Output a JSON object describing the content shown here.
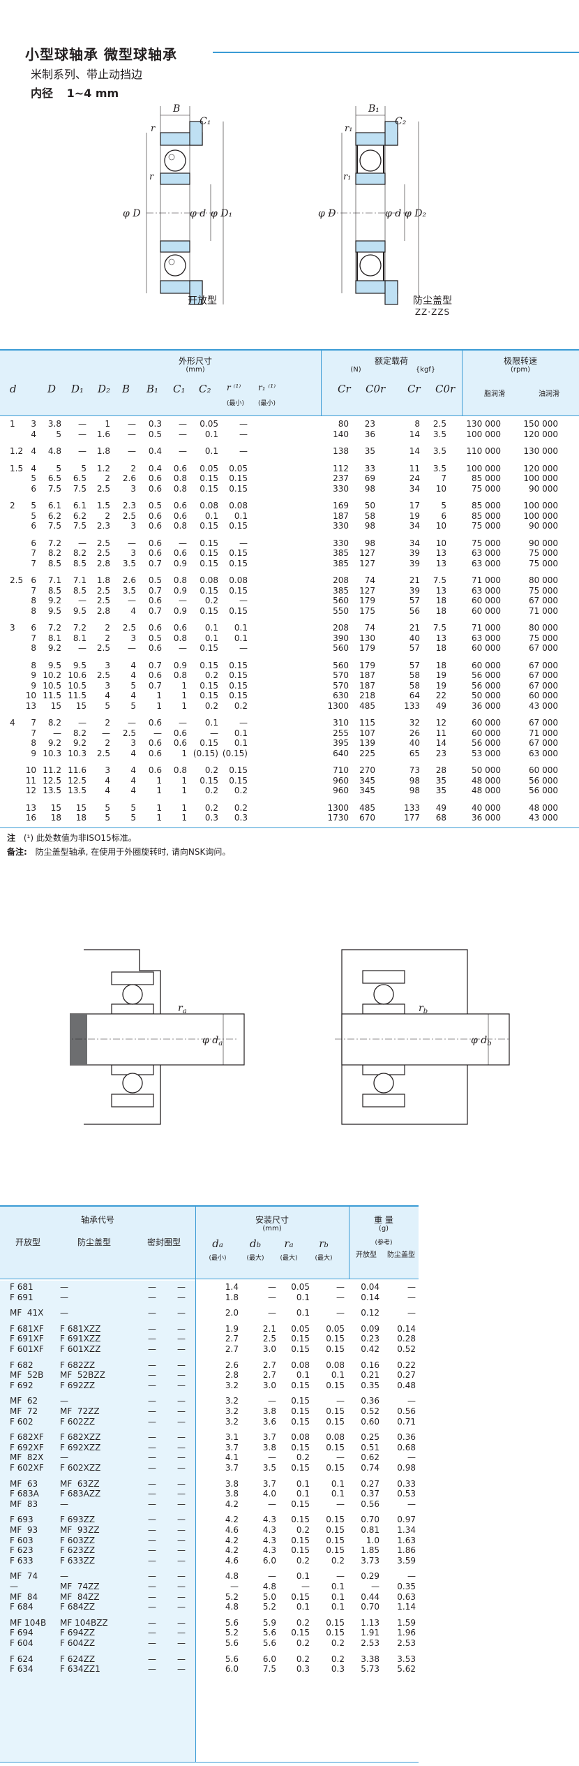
{
  "header": {
    "title": "小型球轴承  微型球轴承",
    "subtitle": "米制系列、带止动挡边",
    "bore_label": "内径",
    "bore_range": "1~4 mm"
  },
  "diagrams": {
    "open_label": "开放型",
    "shield_label": "防尘盖型",
    "shield_code": "ZZ·ZZS",
    "sym_B": "B",
    "sym_C1": "C₁",
    "sym_B1": "B₁",
    "sym_C2": "C₂",
    "sym_r": "r",
    "sym_r1": "r₁",
    "sym_D": "φ D",
    "sym_d": "φ d",
    "sym_D1": "φ D₁",
    "sym_D2": "φ D₂",
    "sym_ra": "r",
    "sym_ra_sub": "a",
    "sym_da": "φ d",
    "sym_da_sub": "a",
    "sym_rb": "r",
    "sym_rb_sub": "b",
    "sym_db": "φ d",
    "sym_db_sub": "b"
  },
  "table1": {
    "dims_title": "外形尺寸",
    "dims_unit": "(mm)",
    "load_title": "额定载荷",
    "load_unit_n": "(N)",
    "load_unit_kgf": "{kgf}",
    "speed_title": "极限转速",
    "speed_unit": "(rpm)",
    "grease": "脂润滑",
    "oil": "油润滑",
    "cols": [
      "d",
      "D",
      "D₁",
      "D₂",
      "B",
      "B₁",
      "C₁",
      "C₂",
      "r ⁽¹⁾",
      "r₁ ⁽¹⁾",
      "Cr",
      "C0r",
      "Cr",
      "C0r"
    ],
    "min_note": "(最小)",
    "groups": [
      {
        "d": "1",
        "rows": [
          [
            "3",
            "3.8",
            "—",
            "1",
            "—",
            "0.3",
            "—",
            "0.05",
            "—",
            "80",
            "23",
            "8",
            "2.5",
            "130 000",
            "150 000"
          ],
          [
            "4",
            "5",
            "—",
            "1.6",
            "—",
            "0.5",
            "—",
            "0.1",
            "—",
            "140",
            "36",
            "14",
            "3.5",
            "100 000",
            "120 000"
          ]
        ]
      },
      {
        "d": "1.2",
        "rows": [
          [
            "4",
            "4.8",
            "—",
            "1.8",
            "—",
            "0.4",
            "—",
            "0.1",
            "—",
            "138",
            "35",
            "14",
            "3.5",
            "110 000",
            "130 000"
          ]
        ]
      },
      {
        "d": "1.5",
        "rows": [
          [
            "4",
            "5",
            "5",
            "1.2",
            "2",
            "0.4",
            "0.6",
            "0.05",
            "0.05",
            "112",
            "33",
            "11",
            "3.5",
            "100 000",
            "120 000"
          ],
          [
            "5",
            "6.5",
            "6.5",
            "2",
            "2.6",
            "0.6",
            "0.8",
            "0.15",
            "0.15",
            "237",
            "69",
            "24",
            "7",
            "85 000",
            "100 000"
          ],
          [
            "6",
            "7.5",
            "7.5",
            "2.5",
            "3",
            "0.6",
            "0.8",
            "0.15",
            "0.15",
            "330",
            "98",
            "34",
            "10",
            "75 000",
            "90 000"
          ]
        ]
      },
      {
        "d": "2",
        "rows": [
          [
            "5",
            "6.1",
            "6.1",
            "1.5",
            "2.3",
            "0.5",
            "0.6",
            "0.08",
            "0.08",
            "169",
            "50",
            "17",
            "5",
            "85 000",
            "100 000"
          ],
          [
            "5",
            "6.2",
            "6.2",
            "2",
            "2.5",
            "0.6",
            "0.6",
            "0.1",
            "0.1",
            "187",
            "58",
            "19",
            "6",
            "85 000",
            "100 000"
          ],
          [
            "6",
            "7.5",
            "7.5",
            "2.3",
            "3",
            "0.6",
            "0.8",
            "0.15",
            "0.15",
            "330",
            "98",
            "34",
            "10",
            "75 000",
            "90 000"
          ]
        ]
      },
      {
        "d": "",
        "rows": [
          [
            "6",
            "7.2",
            "—",
            "2.5",
            "—",
            "0.6",
            "—",
            "0.15",
            "—",
            "330",
            "98",
            "34",
            "10",
            "75 000",
            "90 000"
          ],
          [
            "7",
            "8.2",
            "8.2",
            "2.5",
            "3",
            "0.6",
            "0.6",
            "0.15",
            "0.15",
            "385",
            "127",
            "39",
            "13",
            "63 000",
            "75 000"
          ],
          [
            "7",
            "8.5",
            "8.5",
            "2.8",
            "3.5",
            "0.7",
            "0.9",
            "0.15",
            "0.15",
            "385",
            "127",
            "39",
            "13",
            "63 000",
            "75 000"
          ]
        ]
      },
      {
        "d": "2.5",
        "rows": [
          [
            "6",
            "7.1",
            "7.1",
            "1.8",
            "2.6",
            "0.5",
            "0.8",
            "0.08",
            "0.08",
            "208",
            "74",
            "21",
            "7.5",
            "71 000",
            "80 000"
          ],
          [
            "7",
            "8.5",
            "8.5",
            "2.5",
            "3.5",
            "0.7",
            "0.9",
            "0.15",
            "0.15",
            "385",
            "127",
            "39",
            "13",
            "63 000",
            "75 000"
          ],
          [
            "8",
            "9.2",
            "—",
            "2.5",
            "—",
            "0.6",
            "—",
            "0.2",
            "—",
            "560",
            "179",
            "57",
            "18",
            "60 000",
            "67 000"
          ],
          [
            "8",
            "9.5",
            "9.5",
            "2.8",
            "4",
            "0.7",
            "0.9",
            "0.15",
            "0.15",
            "550",
            "175",
            "56",
            "18",
            "60 000",
            "71 000"
          ]
        ]
      },
      {
        "d": "3",
        "rows": [
          [
            "6",
            "7.2",
            "7.2",
            "2",
            "2.5",
            "0.6",
            "0.6",
            "0.1",
            "0.1",
            "208",
            "74",
            "21",
            "7.5",
            "71 000",
            "80 000"
          ],
          [
            "7",
            "8.1",
            "8.1",
            "2",
            "3",
            "0.5",
            "0.8",
            "0.1",
            "0.1",
            "390",
            "130",
            "40",
            "13",
            "63 000",
            "75 000"
          ],
          [
            "8",
            "9.2",
            "—",
            "2.5",
            "—",
            "0.6",
            "—",
            "0.15",
            "—",
            "560",
            "179",
            "57",
            "18",
            "60 000",
            "67 000"
          ]
        ]
      },
      {
        "d": "",
        "rows": [
          [
            "8",
            "9.5",
            "9.5",
            "3",
            "4",
            "0.7",
            "0.9",
            "0.15",
            "0.15",
            "560",
            "179",
            "57",
            "18",
            "60 000",
            "67 000"
          ],
          [
            "9",
            "10.2",
            "10.6",
            "2.5",
            "4",
            "0.6",
            "0.8",
            "0.2",
            "0.15",
            "570",
            "187",
            "58",
            "19",
            "56 000",
            "67 000"
          ],
          [
            "9",
            "10.5",
            "10.5",
            "3",
            "5",
            "0.7",
            "1",
            "0.15",
            "0.15",
            "570",
            "187",
            "58",
            "19",
            "56 000",
            "67 000"
          ],
          [
            "10",
            "11.5",
            "11.5",
            "4",
            "4",
            "1",
            "1",
            "0.15",
            "0.15",
            "630",
            "218",
            "64",
            "22",
            "50 000",
            "60 000"
          ],
          [
            "13",
            "15",
            "15",
            "5",
            "5",
            "1",
            "1",
            "0.2",
            "0.2",
            "1300",
            "485",
            "133",
            "49",
            "36 000",
            "43 000"
          ]
        ]
      },
      {
        "d": "4",
        "rows": [
          [
            "7",
            "8.2",
            "—",
            "2",
            "—",
            "0.6",
            "—",
            "0.1",
            "—",
            "310",
            "115",
            "32",
            "12",
            "60 000",
            "67 000"
          ],
          [
            "7",
            "—",
            "8.2",
            "—",
            "2.5",
            "—",
            "0.6",
            "—",
            "0.1",
            "255",
            "107",
            "26",
            "11",
            "60 000",
            "71 000"
          ],
          [
            "8",
            "9.2",
            "9.2",
            "2",
            "3",
            "0.6",
            "0.6",
            "0.15",
            "0.1",
            "395",
            "139",
            "40",
            "14",
            "56 000",
            "67 000"
          ],
          [
            "9",
            "10.3",
            "10.3",
            "2.5",
            "4",
            "0.6",
            "1",
            "(0.15)",
            "(0.15)",
            "640",
            "225",
            "65",
            "23",
            "53 000",
            "63 000"
          ]
        ]
      },
      {
        "d": "",
        "rows": [
          [
            "10",
            "11.2",
            "11.6",
            "3",
            "4",
            "0.6",
            "0.8",
            "0.2",
            "0.15",
            "710",
            "270",
            "73",
            "28",
            "50 000",
            "60 000"
          ],
          [
            "11",
            "12.5",
            "12.5",
            "4",
            "4",
            "1",
            "1",
            "0.15",
            "0.15",
            "960",
            "345",
            "98",
            "35",
            "48 000",
            "56 000"
          ],
          [
            "12",
            "13.5",
            "13.5",
            "4",
            "4",
            "1",
            "1",
            "0.2",
            "0.2",
            "960",
            "345",
            "98",
            "35",
            "48 000",
            "56 000"
          ]
        ]
      },
      {
        "d": "",
        "rows": [
          [
            "13",
            "15",
            "15",
            "5",
            "5",
            "1",
            "1",
            "0.2",
            "0.2",
            "1300",
            "485",
            "133",
            "49",
            "40 000",
            "48 000"
          ],
          [
            "16",
            "18",
            "18",
            "5",
            "5",
            "1",
            "1",
            "0.3",
            "0.3",
            "1730",
            "670",
            "177",
            "68",
            "36 000",
            "43 000"
          ]
        ]
      }
    ],
    "note1_label": "注",
    "note1": "(¹) 此处数值为非ISO15标准。",
    "note2_label": "备注:",
    "note2": "防尘盖型轴承, 在使用于外圈旋转时, 请向NSK询问。"
  },
  "table2": {
    "code_title": "轴承代号",
    "open": "开放型",
    "shield": "防尘盖型",
    "sealed": "密封圈型",
    "mount_title": "安装尺寸",
    "mount_unit": "(mm)",
    "weight_title": "重 量",
    "weight_unit": "(g)",
    "ref": "(参考)",
    "w_open": "开放型",
    "w_shield": "防尘盖型",
    "min": "(最小)",
    "max": "(最大)",
    "groups": [
      [
        [
          "F 681",
          "—",
          "—",
          "—",
          "1.4",
          "—",
          "0.05",
          "—",
          "0.04",
          "—"
        ],
        [
          "F 691",
          "—",
          "—",
          "—",
          "1.8",
          "—",
          "0.1",
          "—",
          "0.14",
          "—"
        ]
      ],
      [
        [
          "MF  41X",
          "—",
          "—",
          "—",
          "2.0",
          "—",
          "0.1",
          "—",
          "0.12",
          "—"
        ]
      ],
      [
        [
          "F 681XF",
          "F 681XZZ",
          "—",
          "—",
          "1.9",
          "2.1",
          "0.05",
          "0.05",
          "0.09",
          "0.14"
        ],
        [
          "F 691XF",
          "F 691XZZ",
          "—",
          "—",
          "2.7",
          "2.5",
          "0.15",
          "0.15",
          "0.23",
          "0.28"
        ],
        [
          "F 601XF",
          "F 601XZZ",
          "—",
          "—",
          "2.7",
          "3.0",
          "0.15",
          "0.15",
          "0.42",
          "0.52"
        ]
      ],
      [
        [
          "F 682",
          "F 682ZZ",
          "—",
          "—",
          "2.6",
          "2.7",
          "0.08",
          "0.08",
          "0.16",
          "0.22"
        ],
        [
          "MF  52B",
          "MF  52BZZ",
          "—",
          "—",
          "2.8",
          "2.7",
          "0.1",
          "0.1",
          "0.21",
          "0.27"
        ],
        [
          "F 692",
          "F 692ZZ",
          "—",
          "—",
          "3.2",
          "3.0",
          "0.15",
          "0.15",
          "0.35",
          "0.48"
        ]
      ],
      [
        [
          "MF  62",
          "—",
          "—",
          "—",
          "3.2",
          "—",
          "0.15",
          "—",
          "0.36",
          "—"
        ],
        [
          "MF  72",
          "MF  72ZZ",
          "—",
          "—",
          "3.2",
          "3.8",
          "0.15",
          "0.15",
          "0.52",
          "0.56"
        ],
        [
          "F 602",
          "F 602ZZ",
          "—",
          "—",
          "3.2",
          "3.6",
          "0.15",
          "0.15",
          "0.60",
          "0.71"
        ]
      ],
      [
        [
          "F 682XF",
          "F 682XZZ",
          "—",
          "—",
          "3.1",
          "3.7",
          "0.08",
          "0.08",
          "0.25",
          "0.36"
        ],
        [
          "F 692XF",
          "F 692XZZ",
          "—",
          "—",
          "3.7",
          "3.8",
          "0.15",
          "0.15",
          "0.51",
          "0.68"
        ],
        [
          "MF  82X",
          "—",
          "—",
          "—",
          "4.1",
          "—",
          "0.2",
          "—",
          "0.62",
          "—"
        ],
        [
          "F 602XF",
          "F 602XZZ",
          "—",
          "—",
          "3.7",
          "3.5",
          "0.15",
          "0.15",
          "0.74",
          "0.98"
        ]
      ],
      [
        [
          "MF  63",
          "MF  63ZZ",
          "—",
          "—",
          "3.8",
          "3.7",
          "0.1",
          "0.1",
          "0.27",
          "0.33"
        ],
        [
          "F 683A",
          "F 683AZZ",
          "—",
          "—",
          "3.8",
          "4.0",
          "0.1",
          "0.1",
          "0.37",
          "0.53"
        ],
        [
          "MF  83",
          "—",
          "—",
          "—",
          "4.2",
          "—",
          "0.15",
          "—",
          "0.56",
          "—"
        ]
      ],
      [
        [
          "F 693",
          "F 693ZZ",
          "—",
          "—",
          "4.2",
          "4.3",
          "0.15",
          "0.15",
          "0.70",
          "0.97"
        ],
        [
          "MF  93",
          "MF  93ZZ",
          "—",
          "—",
          "4.6",
          "4.3",
          "0.2",
          "0.15",
          "0.81",
          "1.34"
        ],
        [
          "F 603",
          "F 603ZZ",
          "—",
          "—",
          "4.2",
          "4.3",
          "0.15",
          "0.15",
          "1.0",
          "1.63"
        ],
        [
          "F 623",
          "F 623ZZ",
          "—",
          "—",
          "4.2",
          "4.3",
          "0.15",
          "0.15",
          "1.85",
          "1.86"
        ],
        [
          "F 633",
          "F 633ZZ",
          "—",
          "—",
          "4.6",
          "6.0",
          "0.2",
          "0.2",
          "3.73",
          "3.59"
        ]
      ],
      [
        [
          "MF  74",
          "—",
          "—",
          "—",
          "4.8",
          "—",
          "0.1",
          "—",
          "0.29",
          "—"
        ],
        [
          "—",
          "MF  74ZZ",
          "—",
          "—",
          "—",
          "4.8",
          "—",
          "0.1",
          "—",
          "0.35"
        ],
        [
          "MF  84",
          "MF  84ZZ",
          "—",
          "—",
          "5.2",
          "5.0",
          "0.15",
          "0.1",
          "0.44",
          "0.63"
        ],
        [
          "F 684",
          "F 684ZZ",
          "—",
          "—",
          "4.8",
          "5.2",
          "0.1",
          "0.1",
          "0.70",
          "1.14"
        ]
      ],
      [
        [
          "MF 104B",
          "MF 104BZZ",
          "—",
          "—",
          "5.6",
          "5.9",
          "0.2",
          "0.15",
          "1.13",
          "1.59"
        ],
        [
          "F 694",
          "F 694ZZ",
          "—",
          "—",
          "5.2",
          "5.6",
          "0.15",
          "0.15",
          "1.91",
          "1.96"
        ],
        [
          "F 604",
          "F 604ZZ",
          "—",
          "—",
          "5.6",
          "5.6",
          "0.2",
          "0.2",
          "2.53",
          "2.53"
        ]
      ],
      [
        [
          "F 624",
          "F 624ZZ",
          "—",
          "—",
          "5.6",
          "6.0",
          "0.2",
          "0.2",
          "3.38",
          "3.53"
        ],
        [
          "F 634",
          "F 634ZZ1",
          "—",
          "—",
          "6.0",
          "7.5",
          "0.3",
          "0.3",
          "5.73",
          "5.62"
        ]
      ]
    ]
  },
  "colors": {
    "accent": "#3a9bd5",
    "band": "#e0f1fb",
    "bearing_fill": "#bfe0f3"
  }
}
